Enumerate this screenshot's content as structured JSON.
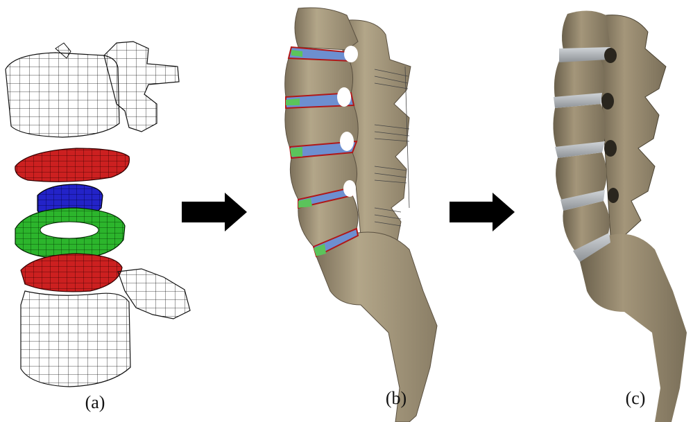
{
  "panels": [
    {
      "id": "a",
      "label": "(a)"
    },
    {
      "id": "b",
      "label": "(b)"
    },
    {
      "id": "c",
      "label": "(c)"
    }
  ],
  "colors": {
    "bone": "#a89a7e",
    "bone_dark": "#6e634f",
    "annulus": "#2bb42b",
    "nucleus": "#2222c8",
    "endplate": "#c82222",
    "disc_gray": "#b8bcc0",
    "arrow": "#000000",
    "mesh_line": "#111111"
  }
}
